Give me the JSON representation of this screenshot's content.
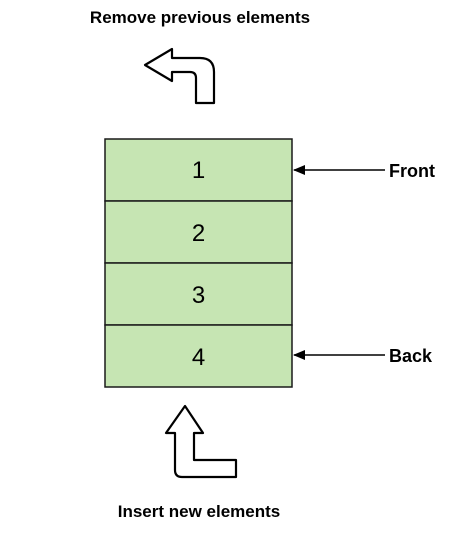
{
  "top_caption": "Remove previous elements",
  "bottom_caption": "Insert new elements",
  "cells": [
    "1",
    "2",
    "3",
    "4"
  ],
  "front_label": "Front",
  "back_label": "Back",
  "colors": {
    "cell_fill": "#c6e5b3",
    "cell_stroke": "#1a1a1a",
    "arrow_stroke": "#000000",
    "background": "#ffffff"
  },
  "icons": {
    "top": "turn-left-up-arrow-icon",
    "bottom": "turn-up-arrow-icon"
  }
}
